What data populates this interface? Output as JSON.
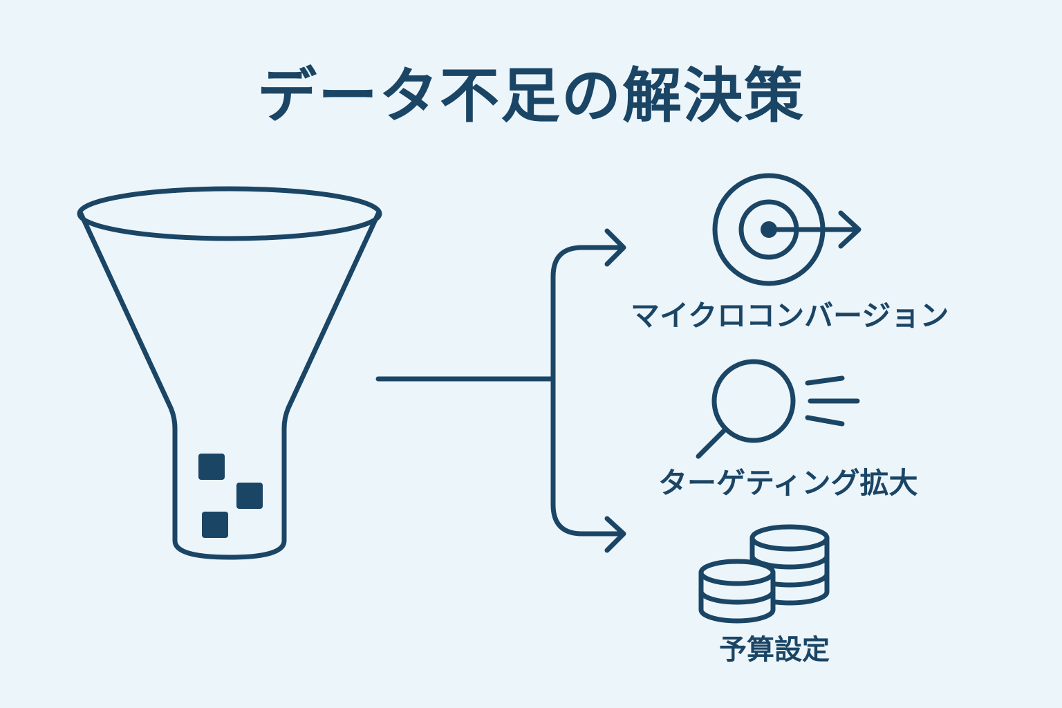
{
  "title": "データ不足の解決策",
  "solutions": [
    {
      "label": "マイクロコンバージョン",
      "icon": "target-arrow-icon"
    },
    {
      "label": "ターゲティング拡大",
      "icon": "magnifier-icon"
    },
    {
      "label": "予算設定",
      "icon": "coin-stacks-icon"
    }
  ],
  "funnel_icon": "funnel-icon",
  "colors": {
    "background": "#ecf5fa",
    "ink": "#1b4565"
  }
}
